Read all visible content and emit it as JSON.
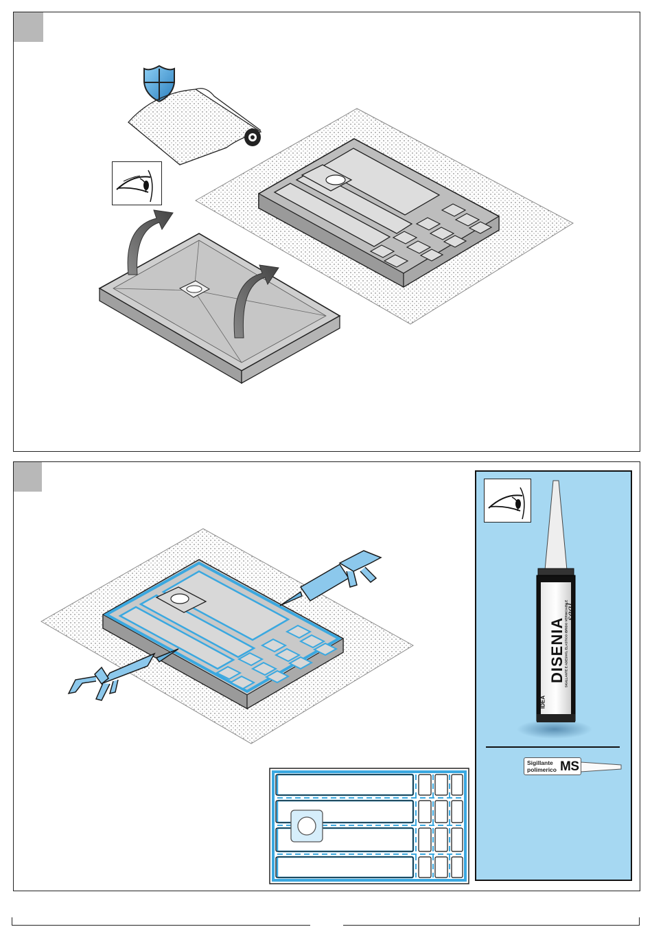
{
  "top_panel": {
    "step_marker": "",
    "icons": [
      "shield-icon",
      "eye-icon",
      "membrane-roll-icon",
      "arrow-icon"
    ]
  },
  "bottom_panel": {
    "step_marker": "",
    "icons": [
      "caulking-gun-icon",
      "eye-icon",
      "sealant-cartridge-icon"
    ],
    "product": {
      "brand": "DISENIA",
      "brand_script": "seal",
      "maker": "IDEA",
      "cartridge_text": "SIGILLANTE E ADESIVO, ELASTICO IBRIDO VERNICIABILE",
      "ms_label_line1": "Sigillante",
      "ms_label_line2": "polimerico",
      "ms_label_code": "MS"
    },
    "colors": {
      "accent_blue": "#3aa8e0",
      "panel_blue": "#a6d8f2",
      "tray_grey": "#c9c9c9"
    }
  }
}
